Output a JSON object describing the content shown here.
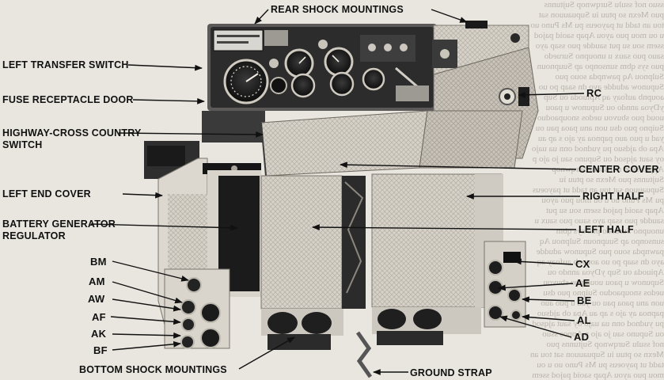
{
  "figure": {
    "labels": {
      "rear_shock_mountings": "REAR SHOCK MOUNTINGS",
      "left_transfer_switch": "LEFT TRANSFER SWITCH",
      "fuse_receptacle_door": "FUSE RECEPTACLE DOOR",
      "highway_cross_country_line1": "HIGHWAY-CROSS COUNTRY",
      "highway_cross_country_line2": "SWITCH",
      "left_end_cover": "LEFT END COVER",
      "battery_generator_regulator_line1": "BATTERY GENERATOR",
      "battery_generator_regulator_line2": "REGULATOR",
      "bm": "BM",
      "am": "AM",
      "aw": "AW",
      "af": "AF",
      "ak": "AK",
      "bf": "BF",
      "bottom_shock_mountings": "BOTTOM SHOCK MOUNTINGS",
      "ground_strap": "GROUND STRAP",
      "rc": "RC",
      "center_cover": "CENTER COVER",
      "right_half": "RIGHT HALF",
      "left_half": "LEFT HALF",
      "cx": "CX",
      "ae": "AE",
      "be": "BE",
      "al": "AL",
      "ad": "AD"
    }
  }
}
